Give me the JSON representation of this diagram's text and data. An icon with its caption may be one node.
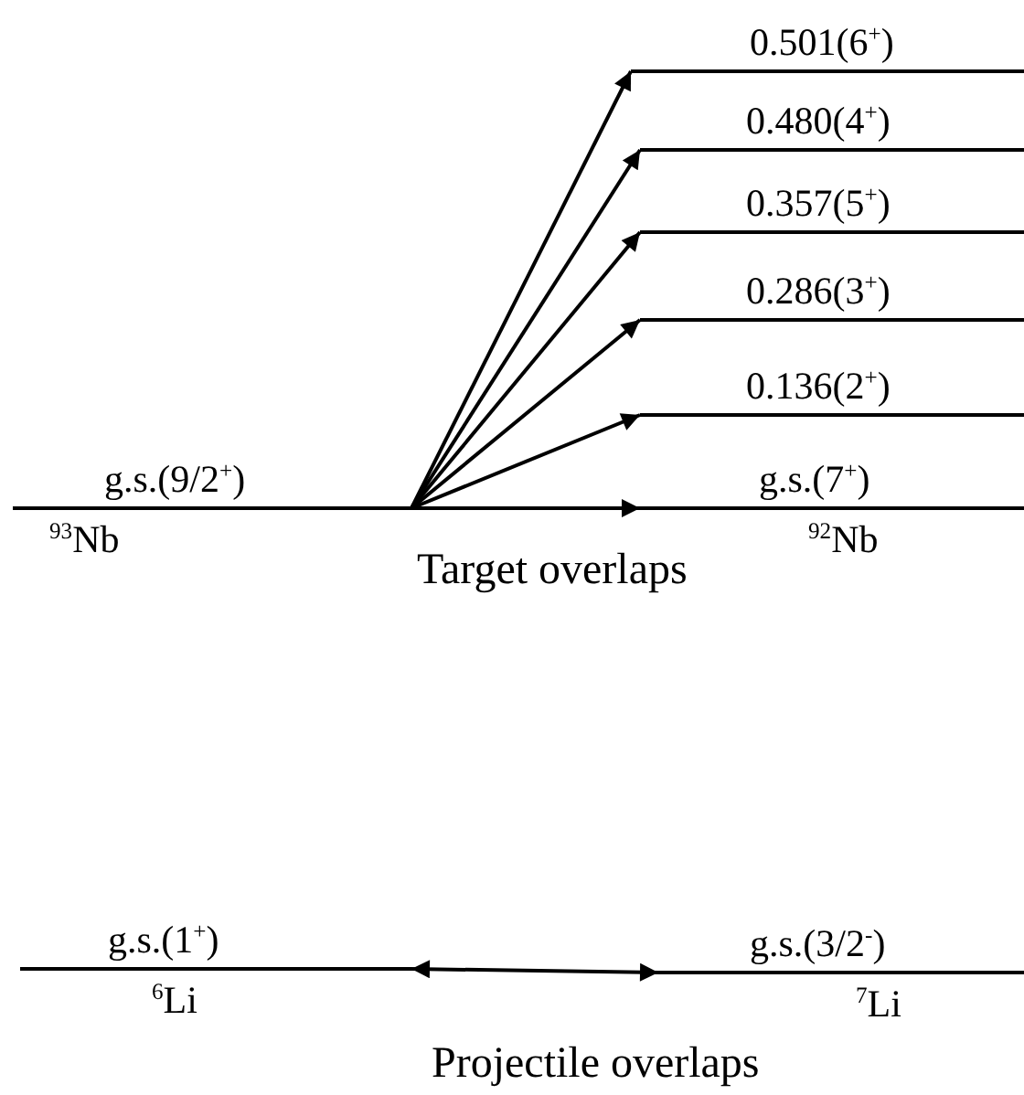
{
  "diagram": {
    "nodes": [
      {
        "text": [
          "g.s.(9/2$^{+}$)",
          "$^{93}$Nb"
        ]
      },
      {
        "text": [
          "0.501(6$^{+}$)"
        ]
      },
      {
        "text": [
          "0.480(4$^{+}$)"
        ]
      },
      {
        "text": [
          "0.357(5$^{+}$)"
        ]
      },
      {
        "text": [
          "0.286(3$^{+}$)"
        ]
      },
      {
        "text": [
          "0.136(2$^{+}$)"
        ]
      },
      {
        "text": [
          "g.s.(7$^{+}$)",
          "$^{92}$Nb"
        ]
      },
      {
        "text": [
          "g.s.(1$^{+}$)",
          "$^{6}$Li"
        ]
      },
      {
        "text": [
          "g.s.(3/2$^{-}$)",
          "$^{7}$Li"
        ]
      }
    ],
    "edges": [
      {
        "from": 0,
        "to": 1,
        "arrow": "to"
      },
      {
        "from": 0,
        "to": 2,
        "arrow": "to"
      },
      {
        "from": 0,
        "to": 3,
        "arrow": "to"
      },
      {
        "from": 0,
        "to": 4,
        "arrow": "to"
      },
      {
        "from": 0,
        "to": 5,
        "arrow": "to"
      },
      {
        "from": 0,
        "to": 6,
        "arrow": "to"
      },
      {
        "from": 7,
        "to": 8,
        "arrow": "both"
      }
    ],
    "labels": [
      "Target overlaps",
      "Projectile overlaps"
    ]
  }
}
